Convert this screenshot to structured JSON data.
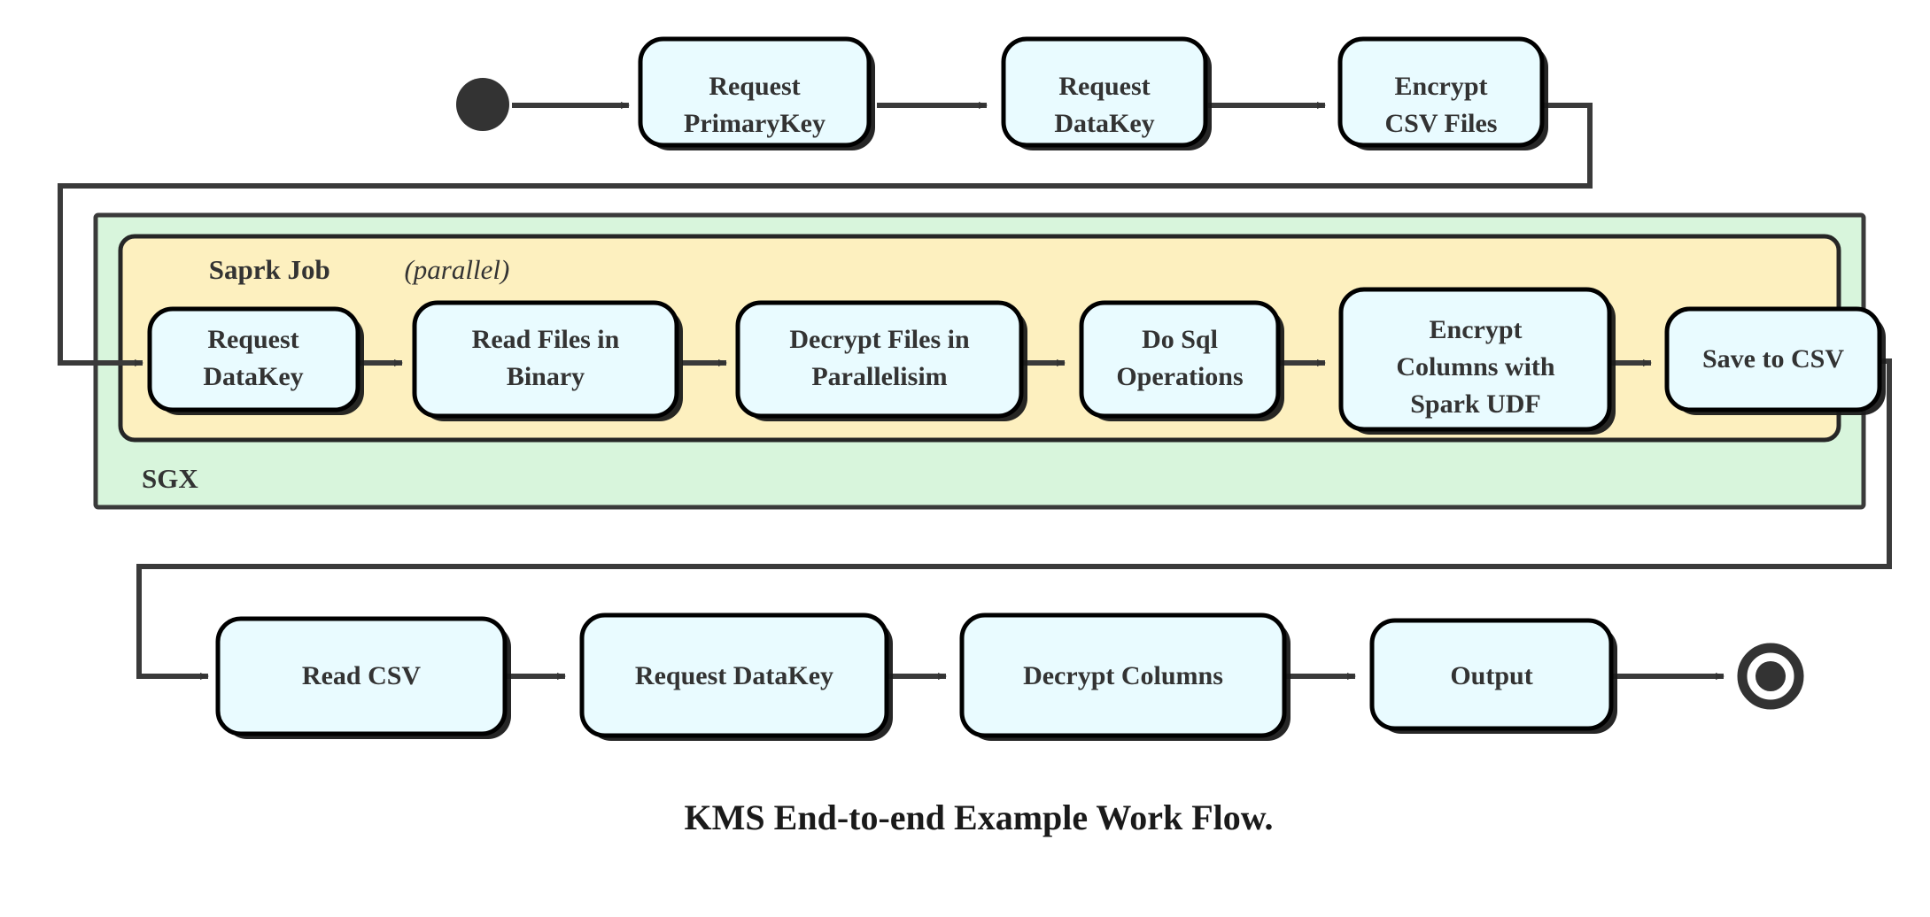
{
  "figure": {
    "caption": "KMS End-to-end Example Work Flow.",
    "colors": {
      "node_fill": "#e9fbff",
      "node_stroke": "#000000",
      "sgx_fill": "#d8f5dc",
      "spark_fill": "#fdf0bf",
      "edge": "#3a3a3a",
      "text": "#333333"
    }
  },
  "markers": {
    "start_name": "start-node",
    "end_name": "end-node"
  },
  "containers": {
    "sgx": {
      "label": "SGX"
    },
    "spark": {
      "label_bold": "Saprk Job",
      "label_italic": "(parallel)"
    }
  },
  "flow": {
    "top_row": [
      {
        "id": "request-primarykey",
        "line1": "Request",
        "line2": "PrimaryKey"
      },
      {
        "id": "request-datakey-top",
        "line1": "Request",
        "line2": "DataKey"
      },
      {
        "id": "encrypt-csv-files",
        "line1": "Encrypt",
        "line2": "CSV Files"
      }
    ],
    "spark_row": [
      {
        "id": "request-datakey-spark",
        "line1": "Request",
        "line2": "DataKey"
      },
      {
        "id": "read-files-in-binary",
        "line1": "Read Files in",
        "line2": "Binary"
      },
      {
        "id": "decrypt-files-in-parallelisim",
        "line1": "Decrypt Files in",
        "line2": "Parallelisim"
      },
      {
        "id": "do-sql-operations",
        "line1": "Do Sql",
        "line2": "Operations"
      },
      {
        "id": "encrypt-columns-with-spark-udf",
        "line1": "Encrypt",
        "line2": "Columns with",
        "line3": "Spark UDF"
      },
      {
        "id": "save-to-csv",
        "line1": "Save to CSV"
      }
    ],
    "bottom_row": [
      {
        "id": "read-csv",
        "line1": "Read CSV"
      },
      {
        "id": "request-datakey-bottom",
        "line1": "Request DataKey"
      },
      {
        "id": "decrypt-columns",
        "line1": "Decrypt Columns"
      },
      {
        "id": "output",
        "line1": "Output"
      }
    ]
  }
}
